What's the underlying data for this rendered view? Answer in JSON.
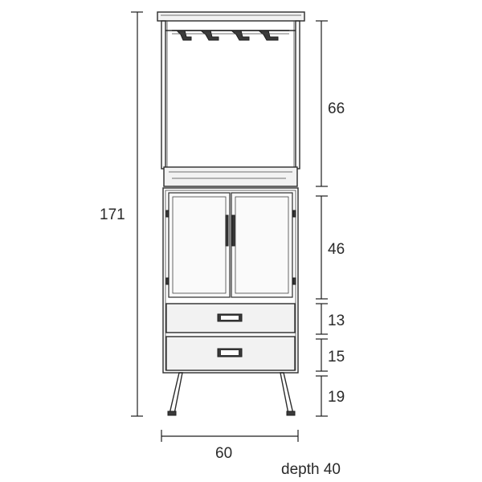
{
  "dimensions": {
    "total_height": "171",
    "upper_section": "66",
    "cabinet": "46",
    "drawer_top": "13",
    "drawer_bottom": "15",
    "legs": "19",
    "width": "60"
  },
  "notes": {
    "depth": "depth 40"
  }
}
